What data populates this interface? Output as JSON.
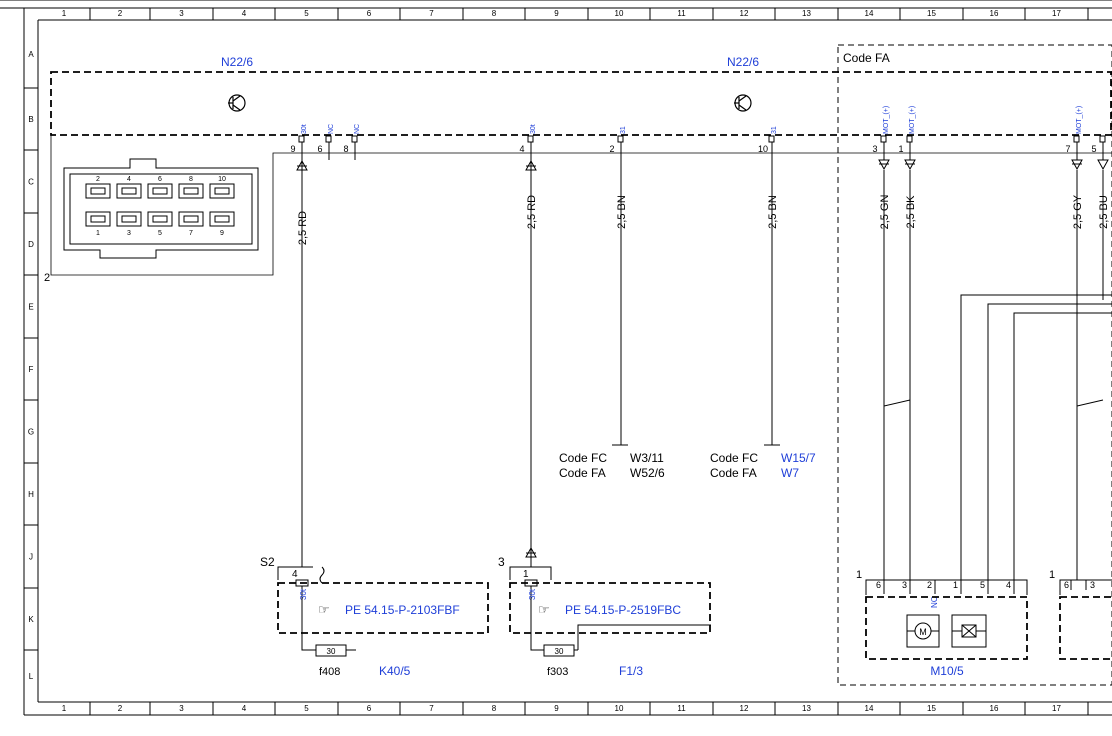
{
  "grid": {
    "columns": [
      "1",
      "2",
      "3",
      "4",
      "5",
      "6",
      "7",
      "8",
      "9",
      "10",
      "11",
      "12",
      "13",
      "14",
      "15",
      "16",
      "17"
    ],
    "rows": [
      "A",
      "B",
      "C",
      "D",
      "E",
      "F",
      "G",
      "H",
      "J",
      "K",
      "L"
    ]
  },
  "components": {
    "n22_left": "N22/6",
    "n22_right": "N22/6",
    "code_fa_box": "Code FA",
    "connector_ref": "2",
    "m10_label": "M10/5"
  },
  "pins": {
    "top": [
      {
        "num": "9",
        "func": "30t"
      },
      {
        "num": "6",
        "func": "NC"
      },
      {
        "num": "8",
        "func": "NC"
      },
      {
        "num": "4",
        "func": "30t"
      },
      {
        "num": "2",
        "func": "31"
      },
      {
        "num": "10",
        "func": "31"
      },
      {
        "num": "3",
        "func": "MOT_(+)"
      },
      {
        "num": "1",
        "func": "MOT_(+)"
      },
      {
        "num": "7",
        "func": "MOT_(+)"
      },
      {
        "num": "5",
        "func": ""
      }
    ],
    "connector_numbers_top": [
      "2",
      "4",
      "6",
      "8",
      "10"
    ],
    "connector_numbers_bottom": [
      "1",
      "3",
      "5",
      "7",
      "9"
    ]
  },
  "wires": {
    "w1": "2,5 RD",
    "w2": "2,5 RD",
    "w3": "2,5 BN",
    "w4": "2,5 BN",
    "w5": "2,5 GN",
    "w6": "2,5 BK",
    "w7": "2,5 GY",
    "w8": "2,5 BU"
  },
  "codes": {
    "fc_left_label": "Code FC",
    "fc_left_ref": "W3/11",
    "fa_left_label": "Code FA",
    "fa_left_ref": "W52/6",
    "fc_right_label": "Code FC",
    "fc_right_ref": "W15/7",
    "fa_right_label": "Code FA",
    "fa_right_ref": "W7"
  },
  "fuse_boxes": {
    "s2_label": "S2",
    "s2_pin": "4",
    "s2_func": "30t",
    "box1_link": "PE 54.15-P-2103FBF",
    "box1_fuse": "30",
    "box1_fuse_name": "f408",
    "box1_ref": "K40/5",
    "box2_num": "3",
    "box2_pin": "1",
    "box2_func": "30t",
    "box2_link": "PE 54.15-P-2519FBC",
    "box2_fuse": "30",
    "box2_fuse_name": "f303",
    "box2_ref": "F1/3"
  },
  "motor": {
    "num": "1",
    "pins": [
      "6",
      "3",
      "2",
      "1",
      "5",
      "4"
    ],
    "nc": "NC",
    "num2": "1",
    "pins2": [
      "6",
      "3"
    ]
  },
  "colors": {
    "link_blue": "#1f3fd8",
    "line": "#000000"
  }
}
